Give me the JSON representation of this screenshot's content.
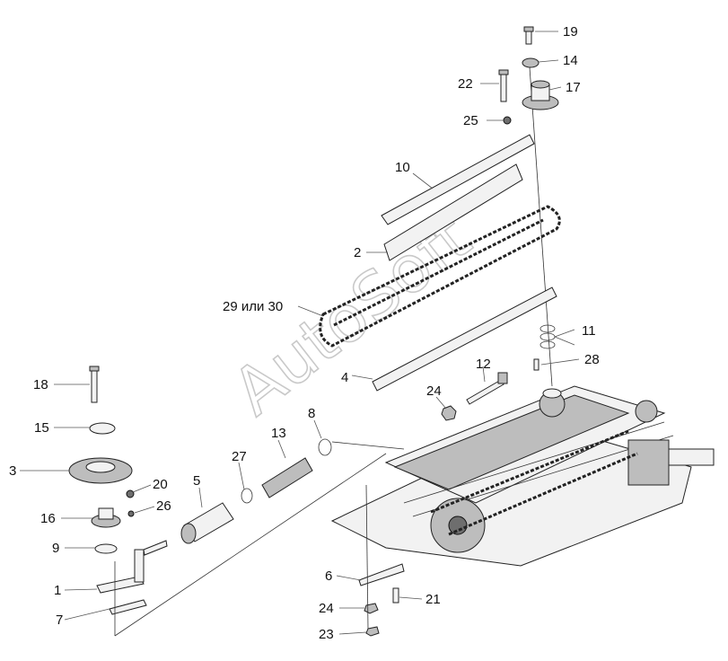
{
  "callouts": [
    {
      "id": "19",
      "text": "19"
    },
    {
      "id": "14",
      "text": "14"
    },
    {
      "id": "22",
      "text": "22"
    },
    {
      "id": "17",
      "text": "17"
    },
    {
      "id": "25",
      "text": "25"
    },
    {
      "id": "10",
      "text": "10"
    },
    {
      "id": "2",
      "text": "2"
    },
    {
      "id": "29or30",
      "text": "29 или 30"
    },
    {
      "id": "11",
      "text": "11"
    },
    {
      "id": "28",
      "text": "28"
    },
    {
      "id": "12",
      "text": "12"
    },
    {
      "id": "4",
      "text": "4"
    },
    {
      "id": "24a",
      "text": "24"
    },
    {
      "id": "18",
      "text": "18"
    },
    {
      "id": "8",
      "text": "8"
    },
    {
      "id": "15",
      "text": "15"
    },
    {
      "id": "13",
      "text": "13"
    },
    {
      "id": "27",
      "text": "27"
    },
    {
      "id": "5",
      "text": "5"
    },
    {
      "id": "3",
      "text": "3"
    },
    {
      "id": "20",
      "text": "20"
    },
    {
      "id": "26",
      "text": "26"
    },
    {
      "id": "16",
      "text": "16"
    },
    {
      "id": "9",
      "text": "9"
    },
    {
      "id": "1",
      "text": "1"
    },
    {
      "id": "7",
      "text": "7"
    },
    {
      "id": "6",
      "text": "6"
    },
    {
      "id": "21",
      "text": "21"
    },
    {
      "id": "24b",
      "text": "24"
    },
    {
      "id": "23",
      "text": "23"
    }
  ],
  "watermark": "AutoSoft"
}
